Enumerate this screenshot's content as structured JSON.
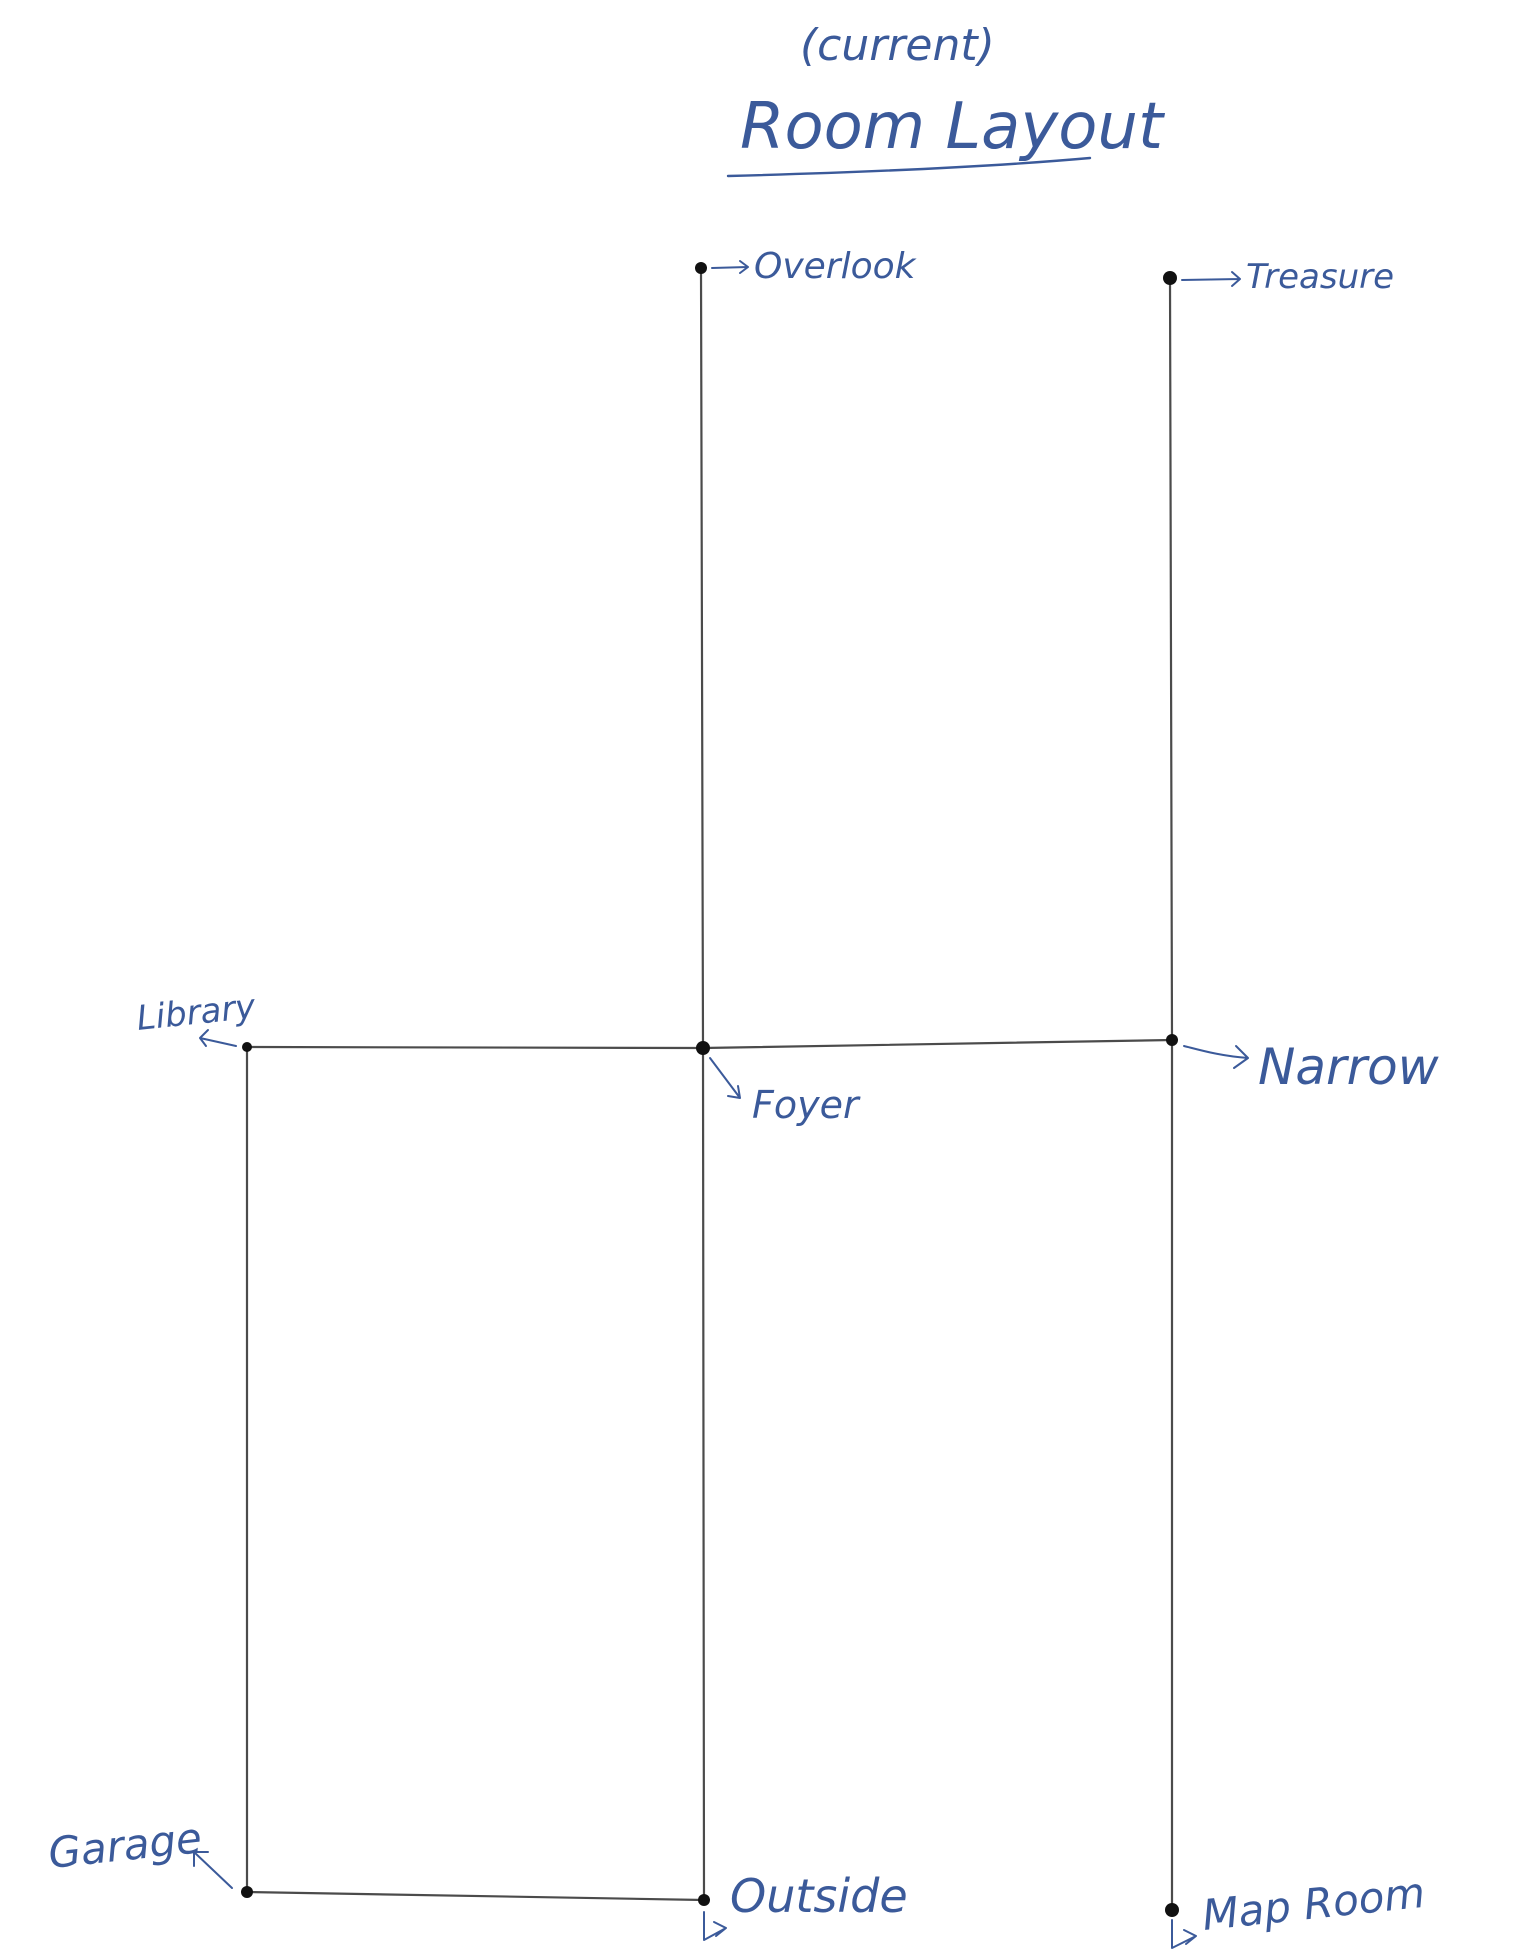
{
  "title": {
    "subtitle": "(current)",
    "main": "Room Layout"
  },
  "rooms": {
    "overlook": "Overlook",
    "treasure": "Treasure",
    "library": "Library",
    "foyer": "Foyer",
    "narrow": "Narrow",
    "garage": "Garage",
    "outside": "Outside",
    "map_room": "Map Room"
  },
  "colors": {
    "ink": "#3b5a9a",
    "lines": "#2b2b2b",
    "nodes": "#111111"
  }
}
